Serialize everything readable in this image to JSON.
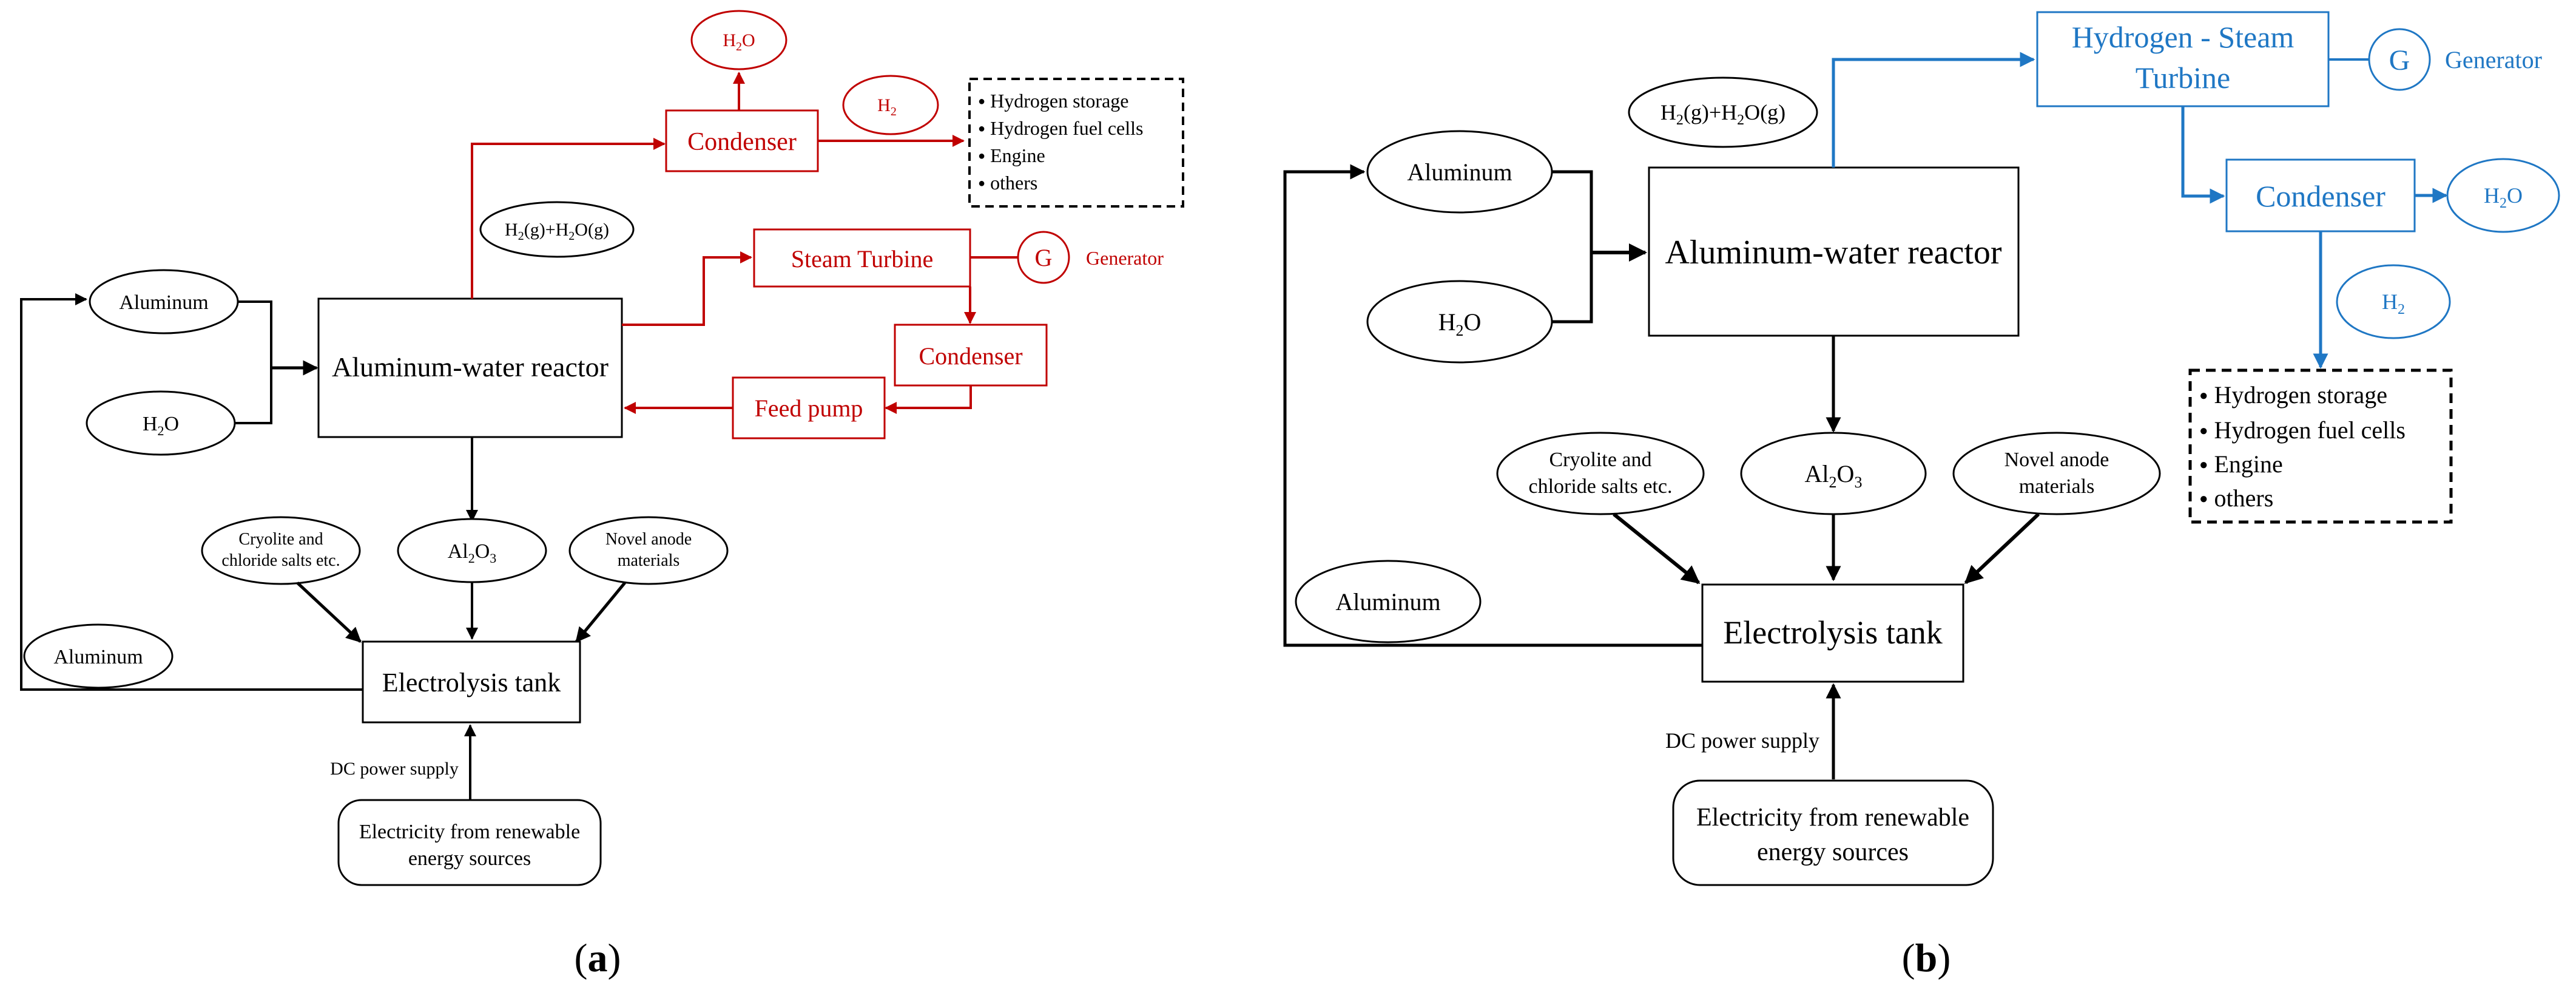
{
  "colors": {
    "black": "#000000",
    "red": "#c00000",
    "blue": "#1f77c4"
  },
  "panel_a": {
    "caption_prefix": "(",
    "caption_letter": "a",
    "caption_suffix": ")",
    "aluminum_top": "Aluminum",
    "h2o_in": "H",
    "h2o_in_sub": "2",
    "h2o_in_tail": "O",
    "reactor": "Aluminum-water reactor",
    "gas": {
      "p1": "H",
      "s1": "2",
      "p2": "(g)+H",
      "s2": "2",
      "p3": "O(g)"
    },
    "condenser_top": "Condenser",
    "h2o_out": {
      "p1": "H",
      "s1": "2",
      "p2": "O"
    },
    "h2_out": {
      "p1": "H",
      "s1": "2"
    },
    "uses": [
      "Hydrogen storage",
      "Hydrogen fuel cells",
      "Engine",
      "others"
    ],
    "bullet": "●",
    "steam_turbine": "Steam Turbine",
    "generator_symbol": "G",
    "generator_label": "Generator",
    "condenser_mid": "Condenser",
    "feed_pump": "Feed pump",
    "al2o3": {
      "p1": "Al",
      "s1": "2",
      "p2": "O",
      "s2": "3"
    },
    "cryolite": [
      "Cryolite and",
      "chloride salts etc."
    ],
    "novel_anode": [
      "Novel anode",
      "materials"
    ],
    "electrolysis": "Electrolysis tank",
    "aluminum_bottom": "Aluminum",
    "dc_power": "DC power supply",
    "electricity": [
      "Electricity from renewable",
      "energy sources"
    ]
  },
  "panel_b": {
    "caption_prefix": "(",
    "caption_letter": "b",
    "caption_suffix": ")",
    "aluminum_top": "Aluminum",
    "h2o_in": {
      "p1": "H",
      "s1": "2",
      "p2": "O"
    },
    "gas": {
      "p1": "H",
      "s1": "2",
      "p2": "(g)+H",
      "s2": "2",
      "p3": "O(g)"
    },
    "reactor": "Aluminum-water reactor",
    "turbine": [
      "Hydrogen - Steam",
      "Turbine"
    ],
    "generator_symbol": "G",
    "generator_label": "Generator",
    "condenser": "Condenser",
    "h2o_out": {
      "p1": "H",
      "s1": "2",
      "p2": "O"
    },
    "h2_out": {
      "p1": "H",
      "s1": "2"
    },
    "uses": [
      "Hydrogen storage",
      "Hydrogen fuel cells",
      "Engine",
      "others"
    ],
    "bullet": "●",
    "al2o3": {
      "p1": "Al",
      "s1": "2",
      "p2": "O",
      "s2": "3"
    },
    "cryolite": [
      "Cryolite and",
      "chloride salts etc."
    ],
    "novel_anode": [
      "Novel anode",
      "materials"
    ],
    "electrolysis": "Electrolysis tank",
    "aluminum_bottom": "Aluminum",
    "dc_power": "DC power supply",
    "electricity": [
      "Electricity from renewable",
      "energy sources"
    ]
  }
}
